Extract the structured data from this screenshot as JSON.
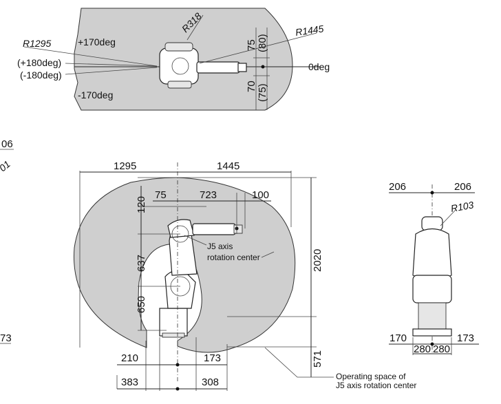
{
  "top_view": {
    "angle_pos": "+170deg",
    "angle_neg": "-170deg",
    "angle_zero": "0deg",
    "angle_180_pos": "(+180deg)",
    "angle_180_neg": "(-180deg)",
    "r_inner": "R1295",
    "r_outer": "R1445",
    "r_318": "R318",
    "d_75": "75",
    "d_80": "(80)",
    "d_70": "70",
    "d_75b": "(75)"
  },
  "side_view": {
    "w_1295": "1295",
    "w_1445": "1445",
    "w_75": "75",
    "w_723": "723",
    "w_100": "100",
    "h_120": "120",
    "h_637": "637",
    "h_650": "650",
    "h_2020": "2020",
    "h_571": "571",
    "b_210": "210",
    "b_173": "173",
    "b_383": "383",
    "b_308": "308",
    "j5_line1": "J5 axis",
    "j5_line2": "rotation center",
    "space_line1": "Operating space of",
    "space_line2": "J5 axis rotation center"
  },
  "front_view": {
    "w_206_left": "206",
    "w_206_right": "206",
    "r_103": "R103",
    "b_170": "170",
    "b_173": "173",
    "b_280_left": "280",
    "b_280_right": "280"
  },
  "cropped_left": {
    "t_06": "06",
    "t_01": "01",
    "t_73": "73"
  }
}
